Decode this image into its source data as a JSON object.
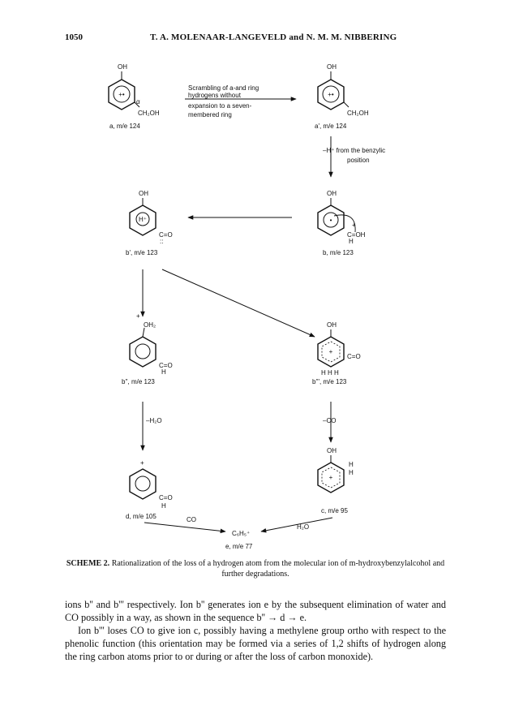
{
  "header": {
    "page_number": "1050",
    "authors": "T. A. MOLENAAR-LANGEVELD and N. M. M. NIBBERING"
  },
  "scheme": {
    "ions": {
      "a": {
        "label": "a, m/e 124",
        "letter": "a",
        "mz": "124",
        "sub": "OH",
        "sub2": "CH₂OH",
        "alpha": "α"
      },
      "a1": {
        "label": "a', m/e 124",
        "letter": "a'",
        "mz": "124",
        "sub": "OH",
        "sub2": "CH₂OH"
      },
      "b": {
        "label": "b, m/e 123",
        "letter": "b",
        "mz": "123",
        "sub": "OH",
        "sub2": "C=OH",
        "sub3": "H",
        "plus": "+"
      },
      "b1": {
        "label": "b', m/e 123",
        "letter": "b'",
        "mz": "123",
        "sub": "OH",
        "sub2": "C=O",
        "colon": "::"
      },
      "b2": {
        "label": "b'', m/e 123",
        "letter": "b''",
        "mz": "123",
        "sub": "OH₂",
        "sub2": "C=O",
        "sub3": "H",
        "plus": "+"
      },
      "b3": {
        "label": "b''', m/e 123",
        "letter": "b'''",
        "mz": "123",
        "sub": "OH",
        "sub2": "C=O",
        "sub3": "H  H  H"
      },
      "c": {
        "label": "c, m/e 95",
        "letter": "c",
        "mz": "95",
        "sub": "OH",
        "sub2": "H",
        "sub3": "H"
      },
      "d": {
        "label": "d, m/e 105",
        "letter": "d",
        "mz": "105",
        "sub": "+",
        "sub2": "C=O",
        "sub3": "H"
      },
      "e": {
        "label": "e, m/e 77",
        "letter": "e",
        "mz": "77",
        "formula": "C₆H₅⁺"
      }
    },
    "arrows": {
      "a_to_a1": [
        "Scrambling of a-and ring",
        "hydrogens without",
        "expansion to a seven-",
        "membered ring"
      ],
      "a1_to_b": [
        "–H⁺ from the benzylic",
        "position"
      ],
      "b2_to_d": "–H₂O",
      "b3_to_c": "–CO",
      "d_to_e": "CO",
      "c_to_e": "H₂O"
    }
  },
  "caption": {
    "prefix": "SCHEME 2.",
    "text": "Rationalization of the loss of a hydrogen atom from the molecular ion of m-hydroxybenzylalcohol and further degradations."
  },
  "body": [
    "ions b'' and b''' respectively. Ion b'' generates ion e by the subsequent elimination of water and CO possibly in a way, as shown in the sequence b'' → d → e.",
    "Ion b''' loses CO to give ion c, possibly having a methylene group ortho with respect to the phenolic function (this orientation may be formed via a series of 1,2 shifts of hydrogen along the ring carbon atoms prior to or during or after the loss of carbon monoxide)."
  ]
}
